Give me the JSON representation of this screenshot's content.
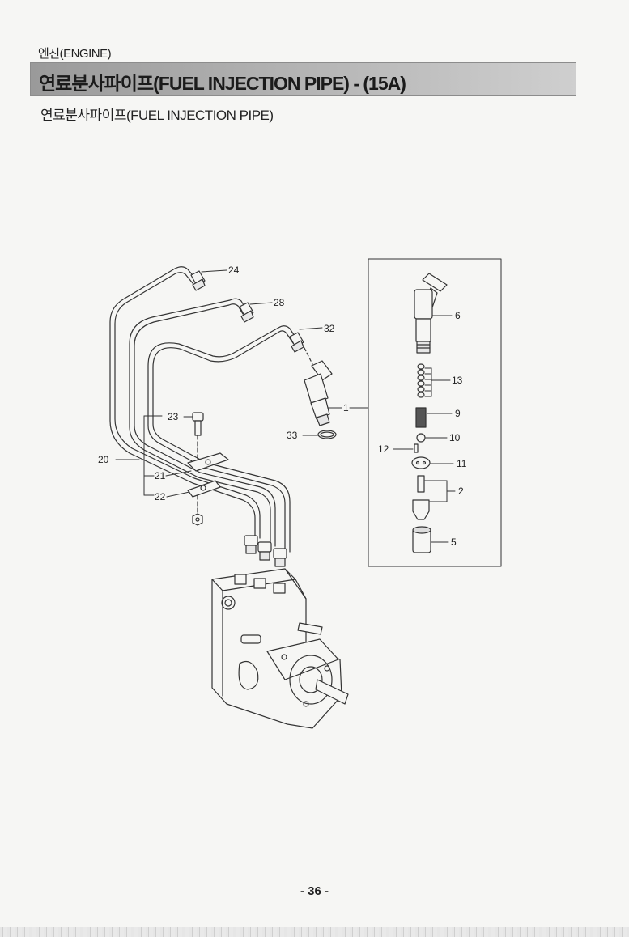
{
  "header": {
    "section": "엔진(ENGINE)",
    "title": "연료분사파이프(FUEL INJECTION PIPE) - (15A)",
    "subtitle": "연료분사파이프(FUEL INJECTION PIPE)"
  },
  "callouts": {
    "c24": "24",
    "c28": "28",
    "c32": "32",
    "c1": "1",
    "c33": "33",
    "c23": "23",
    "c20": "20",
    "c21": "21",
    "c22": "22",
    "c6": "6",
    "c13": "13",
    "c9": "9",
    "c10": "10",
    "c12": "12",
    "c11": "11",
    "c2": "2",
    "c5": "5"
  },
  "footer": {
    "page_number": "- 36 -"
  }
}
